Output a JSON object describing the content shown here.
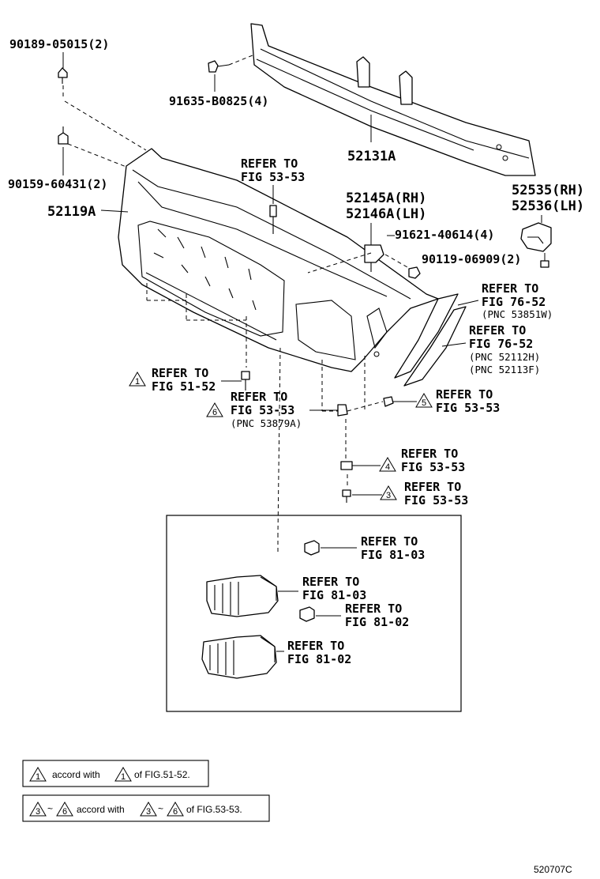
{
  "parts": {
    "bolt_upper": "90189-05015(2)",
    "bolt_lower": "90159-60431(2)",
    "reinforcement_bolt": "91635-B0825(4)",
    "reinforcement": "52131A",
    "bumper_cover": "52119A",
    "retainer_rh": "52145A(RH)",
    "retainer_lh": "52146A(LH)",
    "bolt_retainer": "91621-40614(4)",
    "bracket_rh": "52535(RH)",
    "bracket_lh": "52536(LH)",
    "screw_bracket": "90119-06909(2)"
  },
  "refs": {
    "refer_to": "REFER TO",
    "fig_53_53": "FIG 53-53",
    "fig_76_52_a": "FIG 76-52",
    "pnc_53851w": "(PNC 53851W)",
    "fig_76_52_b": "FIG 76-52",
    "pnc_52112h": "(PNC 52112H)",
    "pnc_52113f": "(PNC 52113F)",
    "fig_51_52": "FIG 51-52",
    "fig_53_53_6": "FIG 53-53",
    "pnc_53879a": "(PNC 53879A)",
    "fig_53_53_5": "FIG 53-53",
    "fig_53_53_4": "FIG 53-53",
    "fig_53_53_3": "FIG 53-53",
    "fig_81_03_a": "FIG 81-03",
    "fig_81_03_b": "FIG 81-03",
    "fig_81_02_a": "FIG 81-02",
    "fig_81_02_b": "FIG 81-02"
  },
  "triangles": {
    "t1": "1",
    "t3": "3",
    "t4": "4",
    "t5": "5",
    "t6": "6"
  },
  "notes": {
    "note1_a": "accord with",
    "note1_b": "of FIG.51-52.",
    "note2_tilde": "~",
    "note2_a": "accord with",
    "note2_b": "of FIG.53-53."
  },
  "diagram_id": "520707C"
}
